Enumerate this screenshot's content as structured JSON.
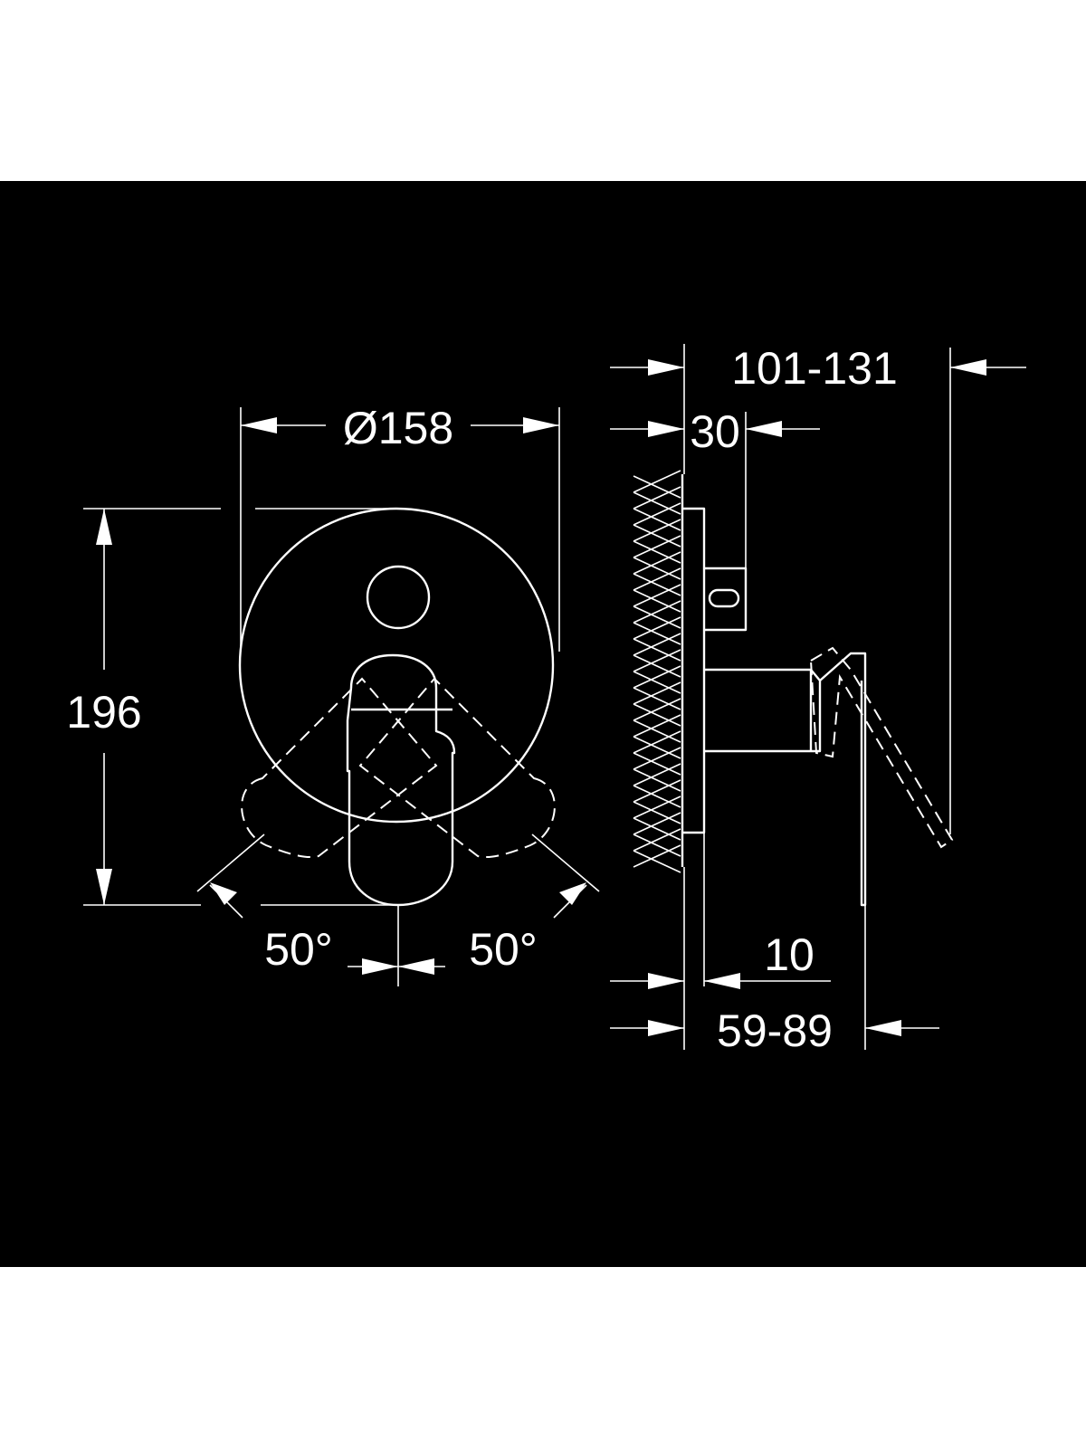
{
  "colors": {
    "background": "#ffffff",
    "panel": "#000000",
    "lines": "#ffffff"
  },
  "front_view": {
    "diameter_label": "Ø158",
    "height_label": "196",
    "angle_left_label": "50°",
    "angle_right_label": "50°"
  },
  "side_view": {
    "total_depth_label": "101-131",
    "knob_depth_label": "30",
    "plate_depth_label": "10",
    "projection_label": "59-89"
  }
}
